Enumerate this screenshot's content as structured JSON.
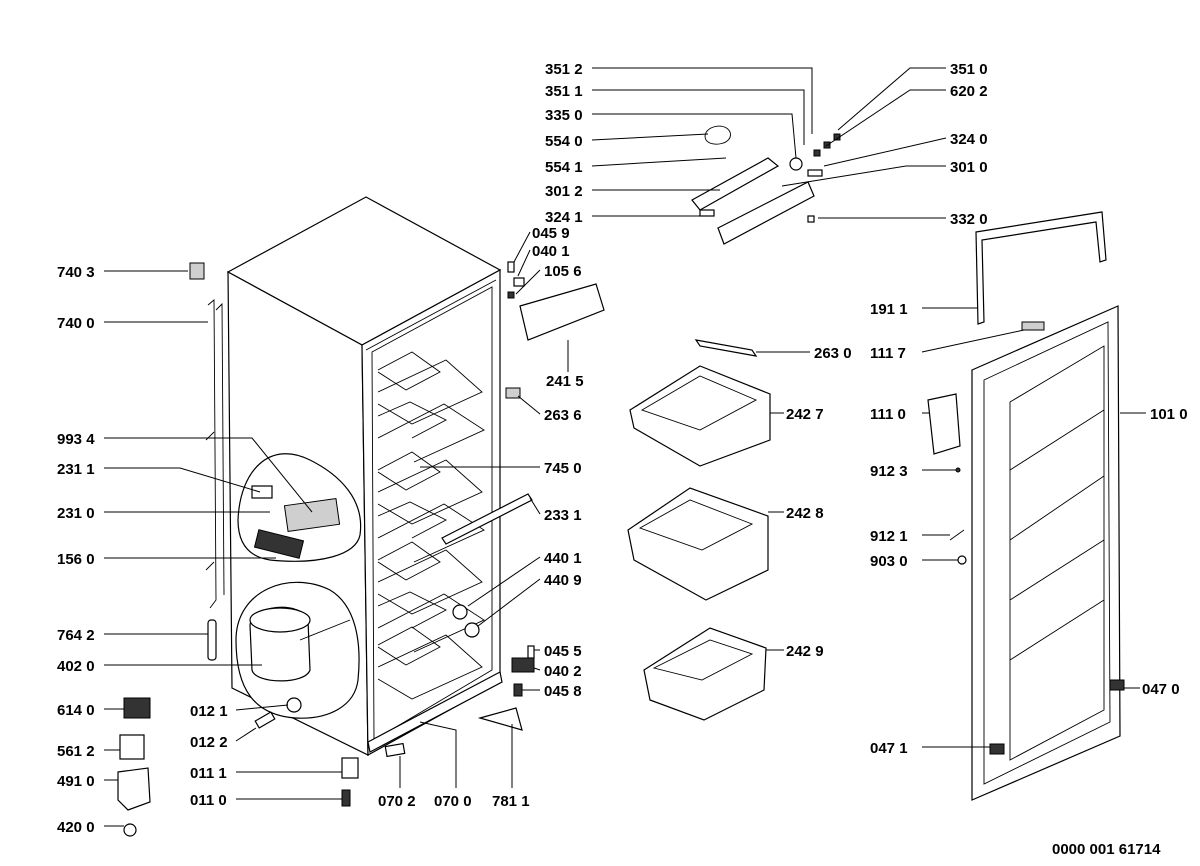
{
  "diagram_id": "0000 001 61714",
  "labels": {
    "p3512": "351 2",
    "p3511": "351 1",
    "p3350": "335 0",
    "p5540": "554 0",
    "p5541": "554 1",
    "p3012": "301 2",
    "p3241": "324 1",
    "p0459": "045 9",
    "p0401": "040 1",
    "p1056": "105 6",
    "p3510": "351 0",
    "p6202": "620 2",
    "p3240": "324 0",
    "p3010": "301 0",
    "p3320": "332 0",
    "p7403": "740 3",
    "p7400": "740 0",
    "p9934": "993 4",
    "p2311": "231 1",
    "p2310": "231 0",
    "p1560": "156 0",
    "p7642": "764 2",
    "p4020": "402 0",
    "p6140": "614 0",
    "p5612": "561 2",
    "p4910": "491 0",
    "p4200": "420 0",
    "p0121": "012 1",
    "p0122": "012 2",
    "p0111": "011 1",
    "p0110": "011 0",
    "p0702": "070 2",
    "p0700": "070 0",
    "p7811": "781 1",
    "p2415": "241 5",
    "p2636": "263 6",
    "p7450": "745 0",
    "p2331": "233 1",
    "p4401": "440 1",
    "p4409": "440 9",
    "p0455": "045 5",
    "p0402": "040 2",
    "p0458": "045 8",
    "p2630": "263 0",
    "p2427": "242 7",
    "p2428": "242 8",
    "p2429": "242 9",
    "p1911": "191 1",
    "p1117": "111 7",
    "p1110": "111 0",
    "p9123": "912 3",
    "p9121": "912 1",
    "p9030": "903 0",
    "p0471": "047 1",
    "p1010": "101 0",
    "p0470": "047 0"
  }
}
